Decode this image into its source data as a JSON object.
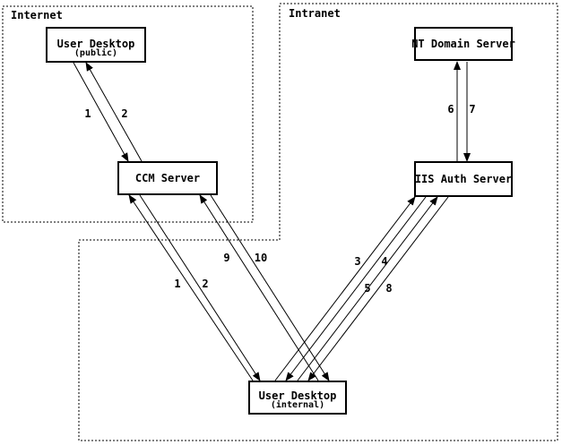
{
  "zones": {
    "internet": {
      "label": "Internet"
    },
    "intranet": {
      "label": "Intranet"
    }
  },
  "nodes": {
    "user_desktop_public": {
      "title": "User Desktop",
      "subtitle": "(public)"
    },
    "ccm_server": {
      "title": "CCM Server"
    },
    "nt_domain_server": {
      "title": "NT Domain Server"
    },
    "iis_auth_server": {
      "title": "IIS Auth Server"
    },
    "user_desktop_internal": {
      "title": "User Desktop",
      "subtitle": "(internal)"
    }
  },
  "flows": {
    "public_desktop_ccm": {
      "request": "1",
      "response": "2"
    },
    "internal_desktop_ccm_a": {
      "request": "1",
      "response": "2"
    },
    "internal_desktop_ccm_b": {
      "request": "9",
      "response": "10"
    },
    "internal_desktop_iis_a": {
      "request": "3",
      "response": "4"
    },
    "internal_desktop_iis_b": {
      "request": "5",
      "response": "8"
    },
    "iis_nt_domain": {
      "request": "6",
      "response": "7"
    }
  },
  "colors": {
    "foreground": "#000000",
    "background": "#ffffff"
  }
}
